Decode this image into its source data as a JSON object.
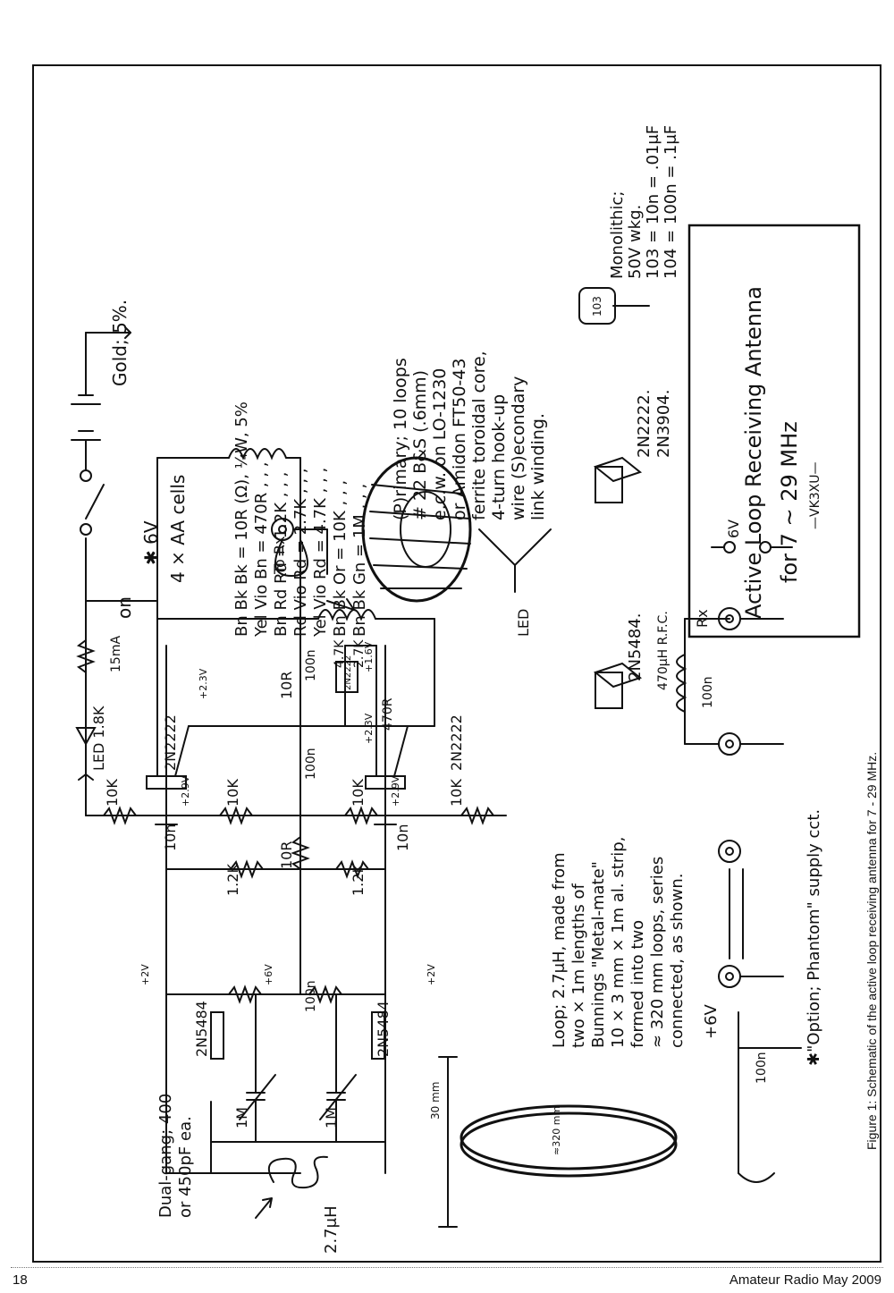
{
  "figure": {
    "caption": "Figure 1: Schematic of the active loop receiving antenna for 7 - 29 MHz.",
    "title_line1": "Active Loop Receiving Antenna",
    "title_line2": "for  7 ~ 29  MHz",
    "author": "—VK3XU—"
  },
  "footer": {
    "page_number": "18",
    "magazine_issue": "Amateur Radio May 2009"
  },
  "color_code": {
    "gold_label": "Gold; 5%.",
    "rows": [
      "Bn  Bk  Bk = 10R (Ω), ¼W, 5%",
      "Yel Vio  Bn = 470R    ,    ,    ,",
      "Bn  Rd  Rd = 1.2K    ,    ,    ,",
      "Rd  Vio  Rd = 2.7K    ,    ,    ,",
      "Yel Vio  Rd = 4.7K    ,    ,    ,",
      "Bn  Bk  Or = 10K    ,    ,    ,",
      "Bn  Bk Gn = 1M    ,    ,    ,"
    ]
  },
  "battery": {
    "on_label": "on",
    "voltage": "✱ 6V",
    "cells": "4 × AA cells"
  },
  "transformer_note": [
    "(P)rimary; 10 loops",
    "# 22 B&S (.6mm)",
    "e.c.w. on LO-1230",
    "or Amidon FT50-43",
    "ferrite toroidal core,",
    "4-turn hook-up",
    "wire (S)econdary",
    "link winding."
  ],
  "monolithic_note": [
    "Monolithic;",
    "50V wkg.",
    "103 = 10n = .01μF",
    "104 = 100n = .1μF"
  ],
  "loop_note": [
    "Loop; 2.7μH, made from",
    "two × 1m lengths of",
    "Bunnings \"Metal-mate\"",
    "10 × 3 mm × 1m al. strip,",
    "formed into two",
    "≈ 320 mm  loops, series",
    "connected, as shown."
  ],
  "tuning_note": [
    "Dual-gang; 400",
    "or 450pF ea."
  ],
  "labels": {
    "led": "LED 1.8K",
    "led_current": "15mA",
    "q_2n2222": "2N2222",
    "q_2n5484": "2N5484",
    "q_2n2222_small": "2N2222",
    "r_10k": "10K",
    "r_1_2k": "1.2K",
    "r_10r": "10R",
    "r_1m": "1M",
    "r_4_7k": "4.7K",
    "r_2_7k": "2.7K",
    "r_470r": "470R",
    "c_10n": "10n",
    "c_100n": "100n",
    "to_rx": "To Rx",
    "rfc": "470μH R.F.C.",
    "rx": "Rx",
    "plus_6v": "+6V",
    "phantom": "✱\"Option; Phantom\" supply cct.",
    "inductor": "2.7μH",
    "led_part": "LED",
    "pinout_2n5484": "2N5484.",
    "pinout_2n2222": "2N2222.",
    "pinout_2n3904": "2N3904.",
    "cap_code": "103",
    "dim_30mm": "30 mm",
    "dim_320mm": "≈320 mm",
    "v_plus_2v": "+2V",
    "v_plus_6v": "+6V",
    "v_plus_2_3v": "+2.3V",
    "v_plus_2_9v": "+2.9V",
    "v_plus_1_6v": "+1.6V",
    "supply_6v": "6V"
  }
}
